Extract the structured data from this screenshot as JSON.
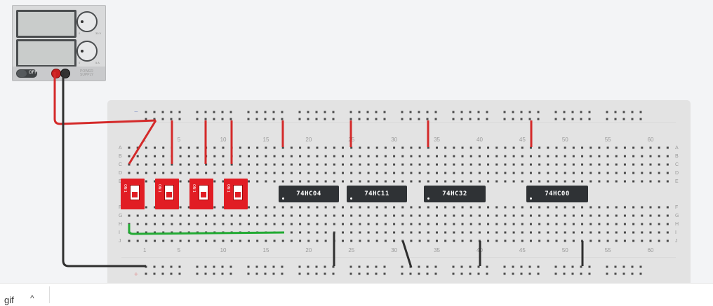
{
  "power_supply": {
    "switch_label": "OFF",
    "brand_text": "POWER SUPPLY",
    "knob1_max": "30 V",
    "knob1_min": "0",
    "knob2_max": "5 A",
    "knob2_min": "0",
    "colors": {
      "positive": "#cc2222",
      "negative": "#333333"
    }
  },
  "breadboard": {
    "column_numbers": [
      "1",
      "5",
      "10",
      "15",
      "20",
      "25",
      "30",
      "35",
      "40",
      "45",
      "50",
      "55",
      "60"
    ],
    "rows_top": [
      "A",
      "B",
      "C",
      "D",
      "E"
    ],
    "rows_bottom": [
      "F",
      "G",
      "H",
      "I",
      "J"
    ],
    "rail_plus": "+",
    "rail_minus": "−"
  },
  "chips": [
    {
      "label": "74HC04"
    },
    {
      "label": "74HC11"
    },
    {
      "label": "74HC32"
    },
    {
      "label": "74HC00"
    }
  ],
  "dip_switches": [
    {
      "label": "ON 1"
    },
    {
      "label": "ON 1"
    },
    {
      "label": "ON 1"
    },
    {
      "label": "ON 1"
    }
  ],
  "wire_colors": {
    "red": "#d42a2a",
    "black": "#2f2f2f",
    "green": "#22aa33"
  },
  "statusbar": {
    "filename": "gif",
    "chevron": "^"
  }
}
